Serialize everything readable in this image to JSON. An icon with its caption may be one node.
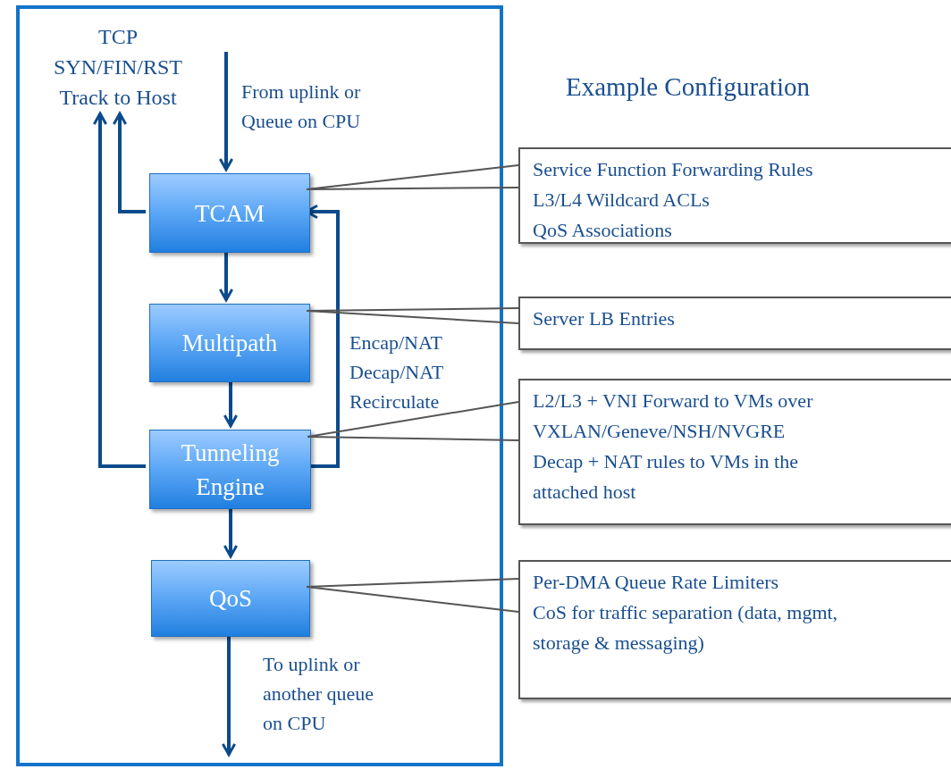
{
  "diagram": {
    "title": "Example Configuration",
    "nodes": [
      {
        "text": [],
        "shape": "box"
      },
      {
        "text": [
          "TCP SYN/FIN/RST Track to Host"
        ],
        "in": 0
      },
      {
        "text": [
          "TCAM"
        ],
        "in": 0
      },
      {
        "text": [
          "Multipath"
        ],
        "in": 0
      },
      {
        "text": [
          "Tunneling Engine"
        ],
        "in": 0
      },
      {
        "text": [
          "QoS"
        ],
        "in": 0
      },
      {
        "text": [
          "Service Function Forwarding Rules",
          "L3/L4 Wildcard ACLs",
          "QoS Associations"
        ]
      },
      {
        "text": [
          "Server LB Entries"
        ]
      },
      {
        "text": [
          "L2/L3 + VNI Forward to VMs over VXLAN/Geneve/NSH/NVGRE",
          "Decap + NAT rules to VMs in the attached host"
        ]
      },
      {
        "text": [
          "Per-DMA Queue Rate Limiters",
          "CoS for traffic separation (data, mgmt, storage & messaging)"
        ]
      }
    ],
    "edges": [
      {
        "from": null,
        "to": 2,
        "arrow": "to",
        "label": "From uplink or Queue on CPU"
      },
      {
        "from": 2,
        "to": 1,
        "arrow": "to"
      },
      {
        "from": 2,
        "to": 3,
        "arrow": "to"
      },
      {
        "from": 3,
        "to": 4,
        "arrow": "to"
      },
      {
        "from": 4,
        "to": 2,
        "arrow": "to",
        "label": "Encap/NAT Decap/NAT Recirculate"
      },
      {
        "from": 4,
        "to": 1,
        "arrow": "to"
      },
      {
        "from": 4,
        "to": 5,
        "arrow": "to"
      },
      {
        "from": 5,
        "to": null,
        "arrow": "to",
        "label": "To uplink or another queue on CPU"
      },
      {
        "from": 6,
        "to": 2,
        "arrow": "none"
      },
      {
        "from": 7,
        "to": 3,
        "arrow": "none"
      },
      {
        "from": 8,
        "to": 4,
        "arrow": "none"
      },
      {
        "from": 9,
        "to": 5,
        "arrow": "none"
      }
    ]
  }
}
